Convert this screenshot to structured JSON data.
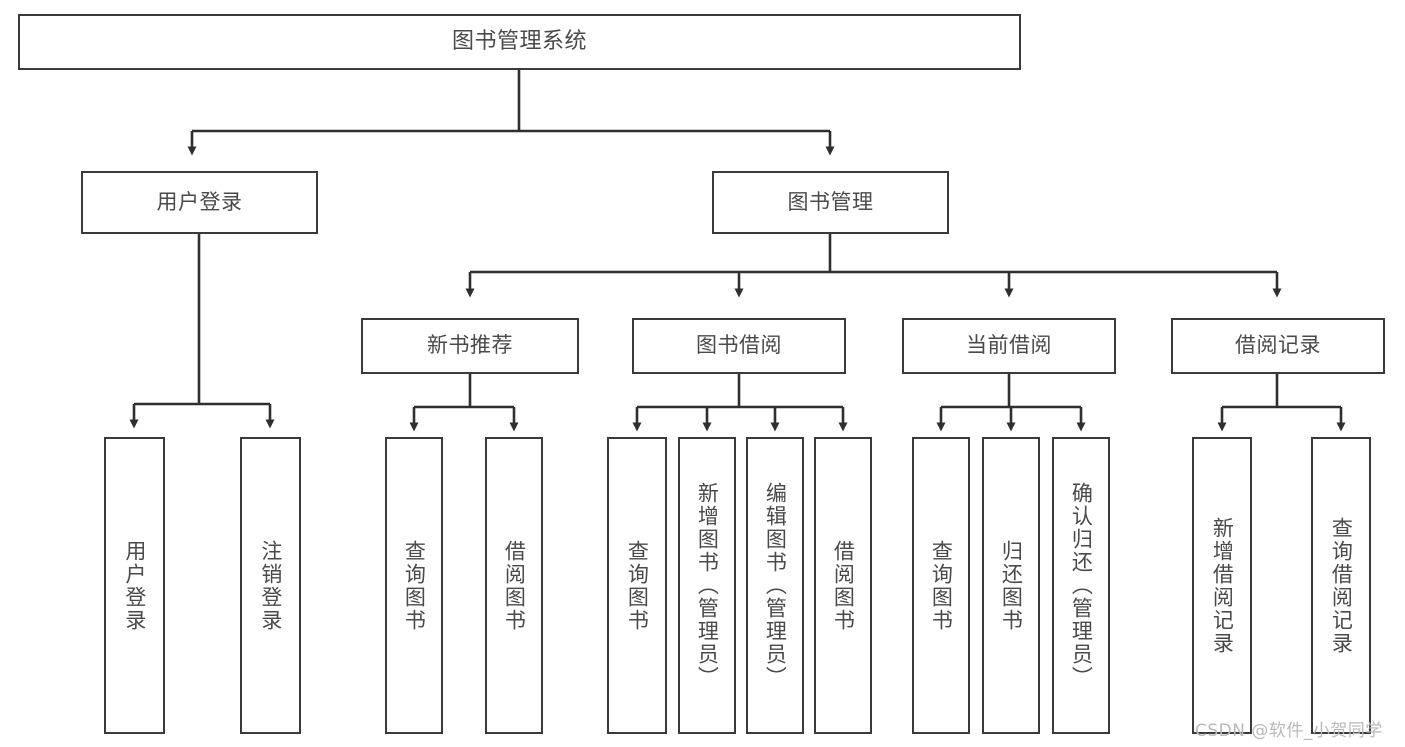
{
  "diagram": {
    "title": "图书管理系统",
    "type": "hierarchy-tree",
    "orientation": "top-down",
    "colors": {
      "node_border": "#3a3a3a",
      "node_fill": "#ffffff",
      "text": "#4a4a4a",
      "connector": "#2f2f2f",
      "watermark": "#b9b9b9",
      "background": "#ffffff"
    },
    "nodes": {
      "root": {
        "label": "图书管理系统"
      },
      "level2": [
        {
          "label": "用户登录"
        },
        {
          "label": "图书管理"
        }
      ],
      "level3": [
        {
          "label": "新书推荐"
        },
        {
          "label": "图书借阅"
        },
        {
          "label": "当前借阅"
        },
        {
          "label": "借阅记录"
        }
      ],
      "leaves_user_login": [
        {
          "label": "用户登录"
        },
        {
          "label": "注销登录"
        }
      ],
      "leaves_new_books": [
        {
          "label": "查询图书"
        },
        {
          "label": "借阅图书"
        }
      ],
      "leaves_borrow": [
        {
          "label": "查询图书"
        },
        {
          "label": "新增图书（管理员）"
        },
        {
          "label": "编辑图书（管理员）"
        },
        {
          "label": "借阅图书"
        }
      ],
      "leaves_current": [
        {
          "label": "查询图书"
        },
        {
          "label": "归还图书"
        },
        {
          "label": "确认归还（管理员）"
        }
      ],
      "leaves_records": [
        {
          "label": "新增借阅记录"
        },
        {
          "label": "查询借阅记录"
        }
      ]
    },
    "watermark": "CSDN @软件_小贺同学"
  }
}
